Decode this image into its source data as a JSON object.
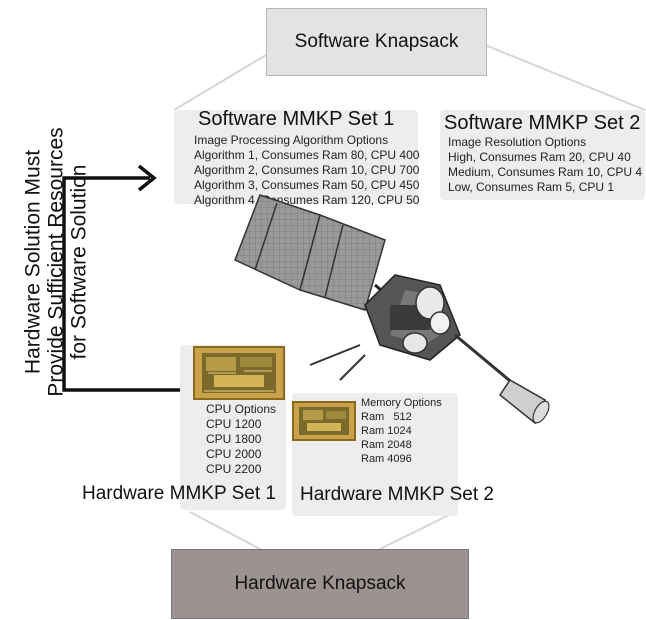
{
  "software_knapsack": {
    "label": "Software Knapsack"
  },
  "hardware_knapsack": {
    "label": "Hardware Knapsack"
  },
  "software_set_1": {
    "title": "Software MMKP Set 1",
    "heading": "Image Processing Algorithm Options",
    "options": [
      "Algorithm 1, Consumes Ram 80, CPU 400",
      "Algorithm 2, Consumes Ram 10, CPU 700",
      "Algorithm 3, Consumes Ram 50, CPU 450",
      "Algorithm 4, Consumes Ram 120, CPU 50"
    ]
  },
  "software_set_2": {
    "title": "Software MMKP Set 2",
    "heading": "Image Resolution Options",
    "options": [
      "High, Consumes Ram 20, CPU 40",
      "Medium, Consumes Ram 10, CPU 4",
      "Low, Consumes Ram 5, CPU 1"
    ]
  },
  "hardware_set_1": {
    "title": "Hardware MMKP Set 1",
    "heading": "CPU Options",
    "options": [
      "CPU 1200",
      "CPU 1800",
      "CPU 2000",
      "CPU 2200"
    ]
  },
  "hardware_set_2": {
    "title": "Hardware MMKP Set 2",
    "heading": "Memory Options",
    "options": [
      "Ram   512",
      "Ram 1024",
      "Ram 2048",
      "Ram 4096"
    ]
  },
  "side_label": {
    "lines": [
      "Hardware Solution Must",
      "Provide Sufficient Resources",
      "for Software Solution"
    ]
  },
  "colors": {
    "software_knapsack_fill": "#e4e2e2",
    "hardware_knapsack_fill": "#9d9292",
    "set_card_fill": "#ededed",
    "connector_line": "#d6d6d6"
  },
  "icons": {
    "satellite": "satellite-icon",
    "cpu_chip": "cpu-chip-icon",
    "memory_chip": "memory-chip-icon",
    "arrow": "arrow-right-icon"
  }
}
